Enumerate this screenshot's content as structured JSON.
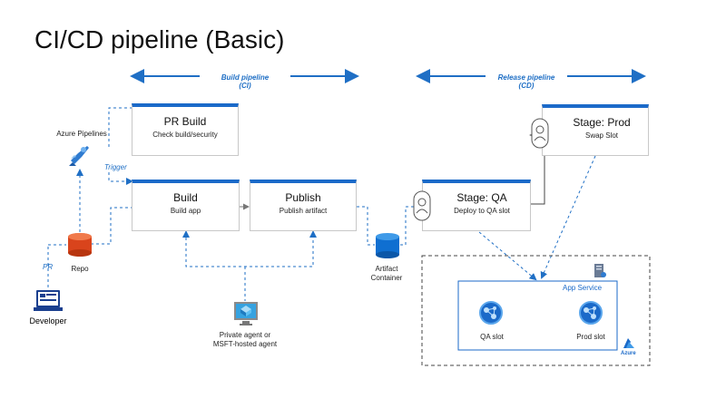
{
  "title": "CI/CD pipeline (Basic)",
  "sections": {
    "build": {
      "line1": "Build pipeline",
      "line2": "(CI)"
    },
    "release": {
      "line1": "Release pipeline",
      "line2": "(CD)"
    }
  },
  "boxes": {
    "pr_build": {
      "title": "PR Build",
      "subtitle": "Check build/security"
    },
    "build": {
      "title": "Build",
      "subtitle": "Build app"
    },
    "publish": {
      "title": "Publish",
      "subtitle": "Publish artifact"
    },
    "stage_qa": {
      "title": "Stage: QA",
      "subtitle": "Deploy to QA slot"
    },
    "stage_prod": {
      "title": "Stage: Prod",
      "subtitle": "Swap Slot"
    }
  },
  "nodes": {
    "azure_pipelines": "Azure Pipelines",
    "trigger": "Trigger",
    "repo": "Repo",
    "pr": "PR",
    "developer": "Developer",
    "agent_line1": "Private agent or",
    "agent_line2": "MSFT-hosted agent",
    "artifact_line1": "Artifact",
    "artifact_line2": "Container",
    "app_service": "App Service",
    "qa_slot": "QA slot",
    "prod_slot": "Prod slot",
    "azure": "Azure"
  },
  "colors": {
    "accent": "#1b6ac9",
    "dashed": "#1f6fc5",
    "repo": "#d9441c",
    "container": "#0f6fd1"
  },
  "icons": [
    "azure-pipelines-icon",
    "repo-icon",
    "developer-laptop-icon",
    "agent-vm-icon",
    "artifact-container-icon",
    "approval-person-icon",
    "app-service-icon",
    "azure-logo-icon",
    "server-icon"
  ]
}
